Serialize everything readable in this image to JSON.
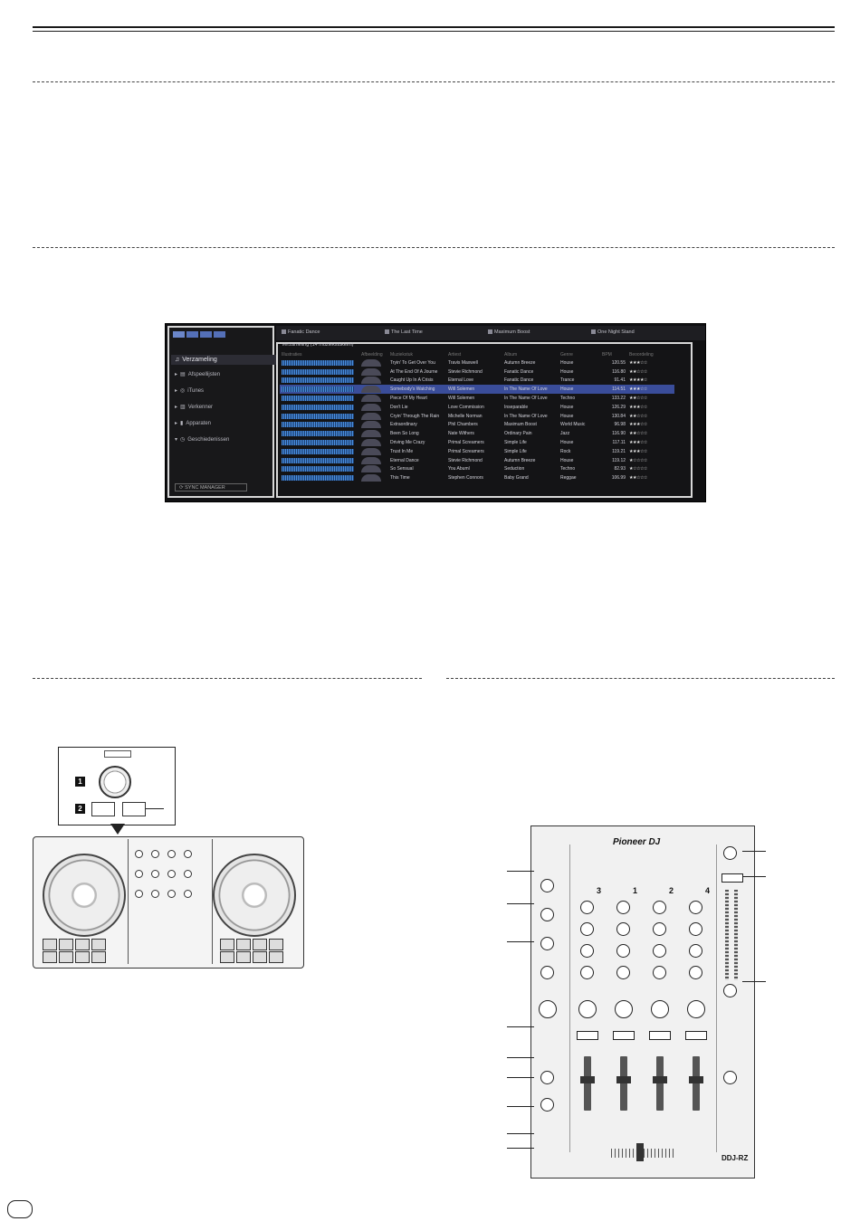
{
  "rekordbox": {
    "decks": [
      "Fanatic Dance",
      "The Last Time",
      "Maximum Boost",
      "One Night Stand"
    ],
    "playlist_header": "Verzameling (14 muziekstukken)",
    "tree": [
      {
        "label": "Verzameling",
        "selected": true
      },
      {
        "label": "Afspeellijsten"
      },
      {
        "label": "iTunes"
      },
      {
        "label": "Verkenner"
      },
      {
        "label": "Apparaten"
      },
      {
        "label": "Geschiedenissen"
      }
    ],
    "sync_manager": "SYNC MANAGER",
    "columns": [
      "Illustraties",
      "Afbeelding",
      "Muziekstuk",
      "Artiest",
      "Album",
      "Genre",
      "BPM",
      "Beoordeling"
    ],
    "rows": [
      [
        "Tryin' To Get Over You",
        "Travis Maxwell",
        "Autumn Breeze",
        "House",
        "120.55",
        "★★★☆☆"
      ],
      [
        "At The End Of A Journe",
        "Stevie Richmond",
        "Fanatic Dance",
        "House",
        "116.80",
        "★★☆☆☆"
      ],
      [
        "Caught Up In A Crisis",
        "Eternal Love",
        "Fanatic Dance",
        "Trance",
        "91.41",
        "★★★★☆"
      ],
      [
        "Somebody's Watching",
        "Will Solemen",
        "In The Name Of Love",
        "House",
        "114.51",
        "★★★☆☆"
      ],
      [
        "Piece Of My Heart",
        "Will Solemen",
        "In The Name Of Love",
        "Techno",
        "133.22",
        "★★☆☆☆"
      ],
      [
        "Don't Lie",
        "Love Commission",
        "Inseparable",
        "House",
        "126.29",
        "★★★☆☆"
      ],
      [
        "Cryin' Through The Rain",
        "Michelle Norman",
        "In The Name Of Love",
        "House",
        "130.84",
        "★★☆☆☆"
      ],
      [
        "Extraordinary",
        "Phil Chambers",
        "Maximum Boost",
        "World Music",
        "96.98",
        "★★★☆☆"
      ],
      [
        "Been So Long",
        "Nate Withers",
        "Ordinary Pain",
        "Jazz",
        "116.90",
        "★★☆☆☆"
      ],
      [
        "Driving Me Crazy",
        "Primal Screamers",
        "Simple Life",
        "House",
        "117.11",
        "★★★☆☆"
      ],
      [
        "Trust In Me",
        "Primal Screamers",
        "Simple Life",
        "Rock",
        "119.21",
        "★★★☆☆"
      ],
      [
        "Eternal Dance",
        "Stevie Richmond",
        "Autumn Breeze",
        "House",
        "119.12",
        "★☆☆☆☆"
      ],
      [
        "So Sensual",
        "You Abuml",
        "Seduction",
        "Techno",
        "82.93",
        "★☆☆☆☆"
      ],
      [
        "This Time",
        "Stephen Connors",
        "Baby Grand",
        "Reggae",
        "106.99",
        "★★☆☆☆"
      ]
    ],
    "selected_row": 3
  },
  "controller": {
    "callouts": [
      "1",
      "2"
    ]
  },
  "mixer": {
    "brand": "Pioneer DJ",
    "model": "DDJ-RZ",
    "channel_numbers": [
      "3",
      "1",
      "2",
      "4"
    ]
  }
}
